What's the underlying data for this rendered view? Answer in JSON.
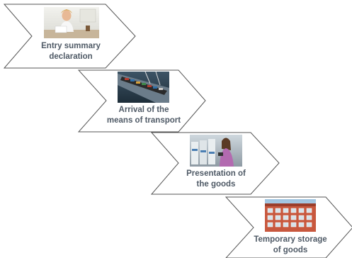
{
  "steps": [
    {
      "line1": "Entry summary",
      "line2": "declaration"
    },
    {
      "line1": "Arrival of the",
      "line2": "means of transport"
    },
    {
      "line1": "Presentation of",
      "line2": "the goods"
    },
    {
      "line1": "Temporary storage",
      "line2": "of goods"
    }
  ],
  "colors": {
    "outline": "#555555",
    "text": "#4f5a66"
  }
}
